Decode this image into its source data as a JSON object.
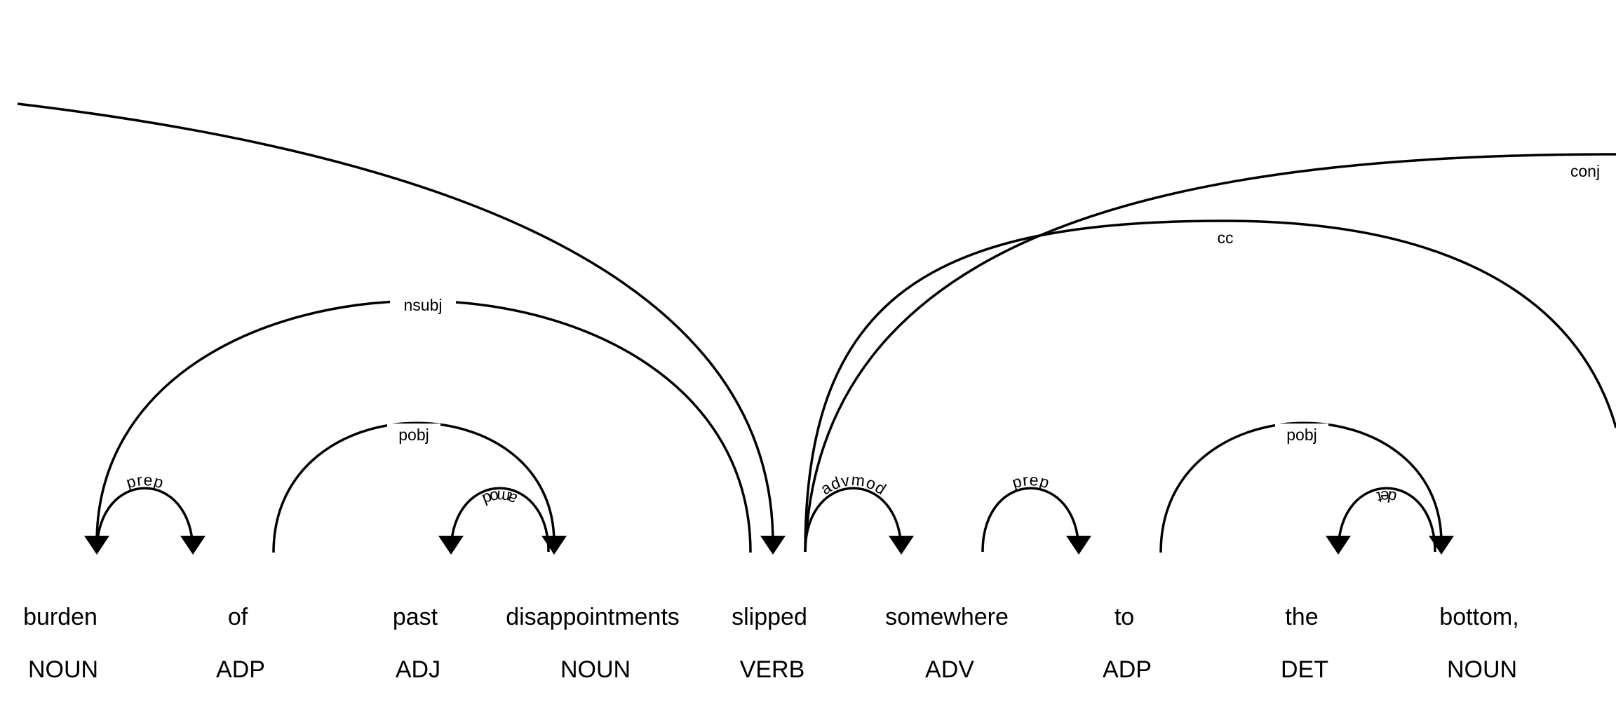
{
  "tokens": [
    {
      "text": "burden",
      "tag": "NOUN"
    },
    {
      "text": "of",
      "tag": "ADP"
    },
    {
      "text": "past",
      "tag": "ADJ"
    },
    {
      "text": "disappointments",
      "tag": "NOUN"
    },
    {
      "text": "slipped",
      "tag": "VERB"
    },
    {
      "text": "somewhere",
      "tag": "ADV"
    },
    {
      "text": "to",
      "tag": "ADP"
    },
    {
      "text": "the",
      "tag": "DET"
    },
    {
      "text": "bottom,",
      "tag": "NOUN"
    }
  ],
  "arcs": [
    {
      "label": "prep",
      "from": "burden",
      "to": "of"
    },
    {
      "label": "pobj",
      "from": "of",
      "to": "disappointments"
    },
    {
      "label": "amod",
      "from": "disappointments",
      "to": "past"
    },
    {
      "label": "nsubj",
      "from": "slipped",
      "to": "burden"
    },
    {
      "label": "advmod",
      "from": "slipped",
      "to": "somewhere"
    },
    {
      "label": "prep",
      "from": "somewhere",
      "to": "to"
    },
    {
      "label": "pobj",
      "from": "to",
      "to": "bottom,"
    },
    {
      "label": "det",
      "from": "bottom,",
      "to": "the"
    },
    {
      "label": "cc",
      "from": "slipped",
      "to": ""
    },
    {
      "label": "conj",
      "from": "slipped",
      "to": ""
    },
    {
      "label": "",
      "from": "",
      "to": "slipped"
    }
  ]
}
